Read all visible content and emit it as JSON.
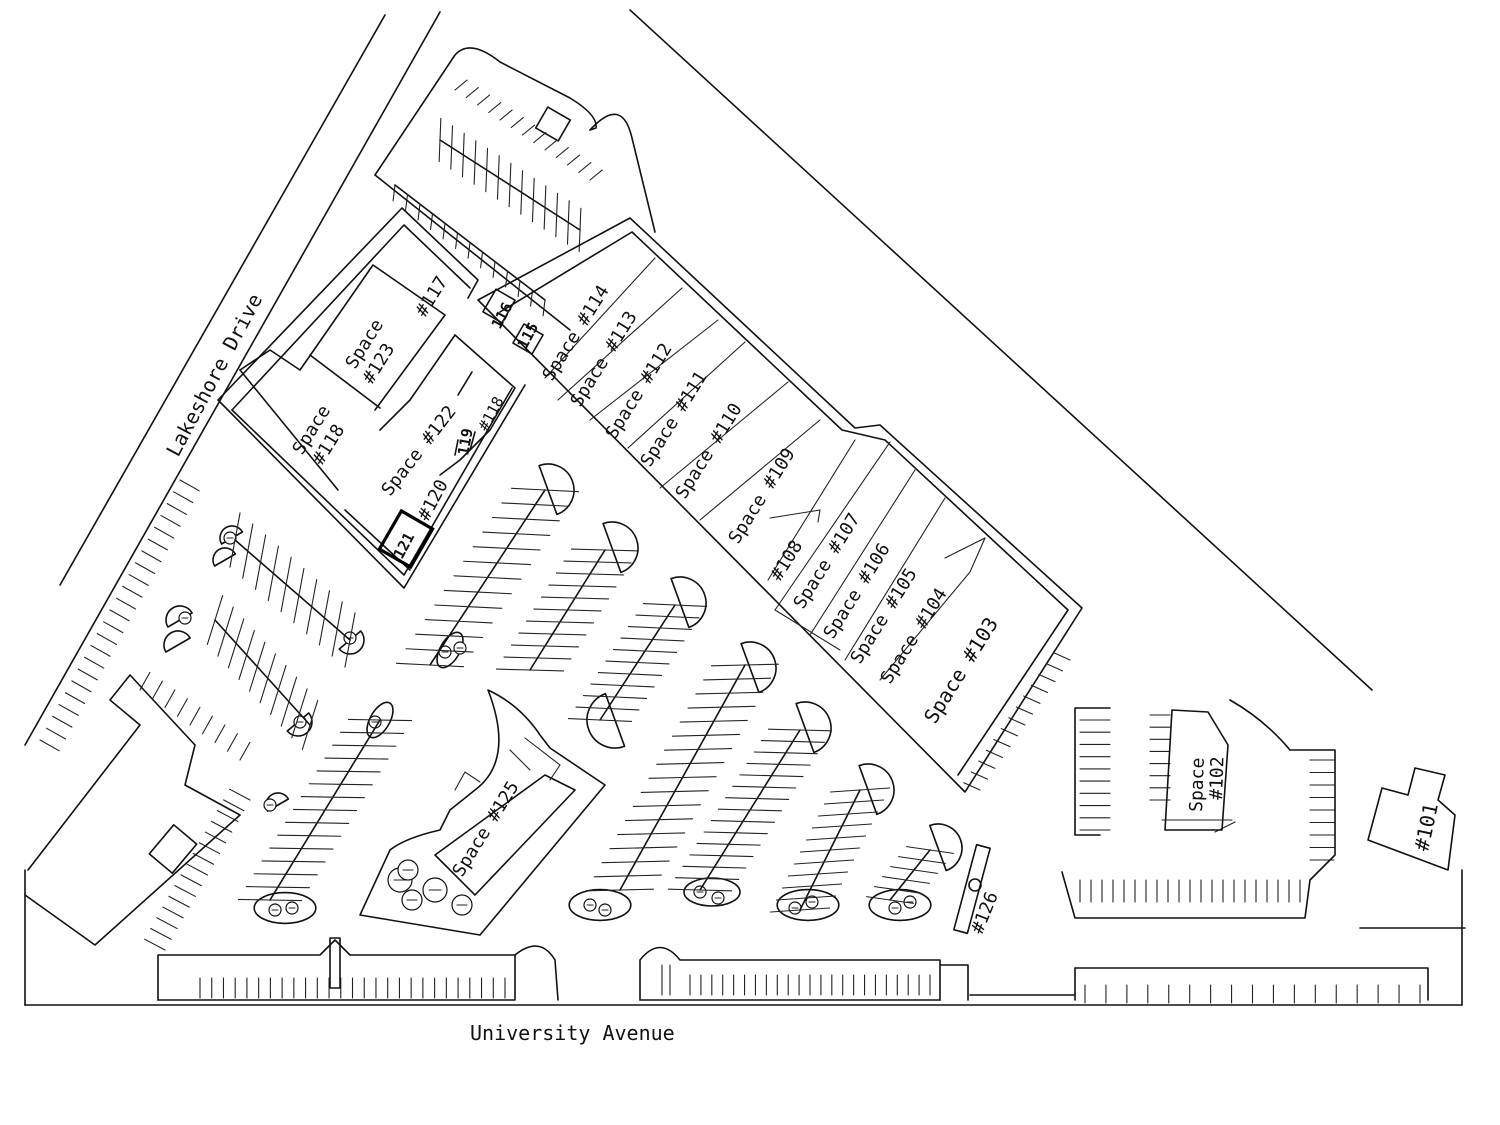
{
  "streets": {
    "lakeshore": "Lakeshore Drive",
    "university": "University Avenue"
  },
  "spaces": {
    "s101": "#101",
    "s102_a": "Space",
    "s102_b": "#102",
    "s103": "Space #103",
    "s104": "Space #104",
    "s105": "Space #105",
    "s106": "Space #106",
    "s107": "Space #107",
    "s108": "#108",
    "s109": "Space #109",
    "s110": "Space #110",
    "s111": "Space #111",
    "s112": "Space #112",
    "s113": "Space #113",
    "s114": "Space #114",
    "s115": "115",
    "s116": "116",
    "s117": "#117",
    "s118_a": "Space",
    "s118_b": "#118",
    "s118_small": "#118",
    "s119": "119",
    "s120": "#120",
    "s121": "121",
    "s122": "Space #122",
    "s123_a": "Space",
    "s123_b": "#123",
    "s125": "Space #125",
    "s126": "#126"
  },
  "colors": {
    "ink": "#111111",
    "background": "#ffffff"
  }
}
